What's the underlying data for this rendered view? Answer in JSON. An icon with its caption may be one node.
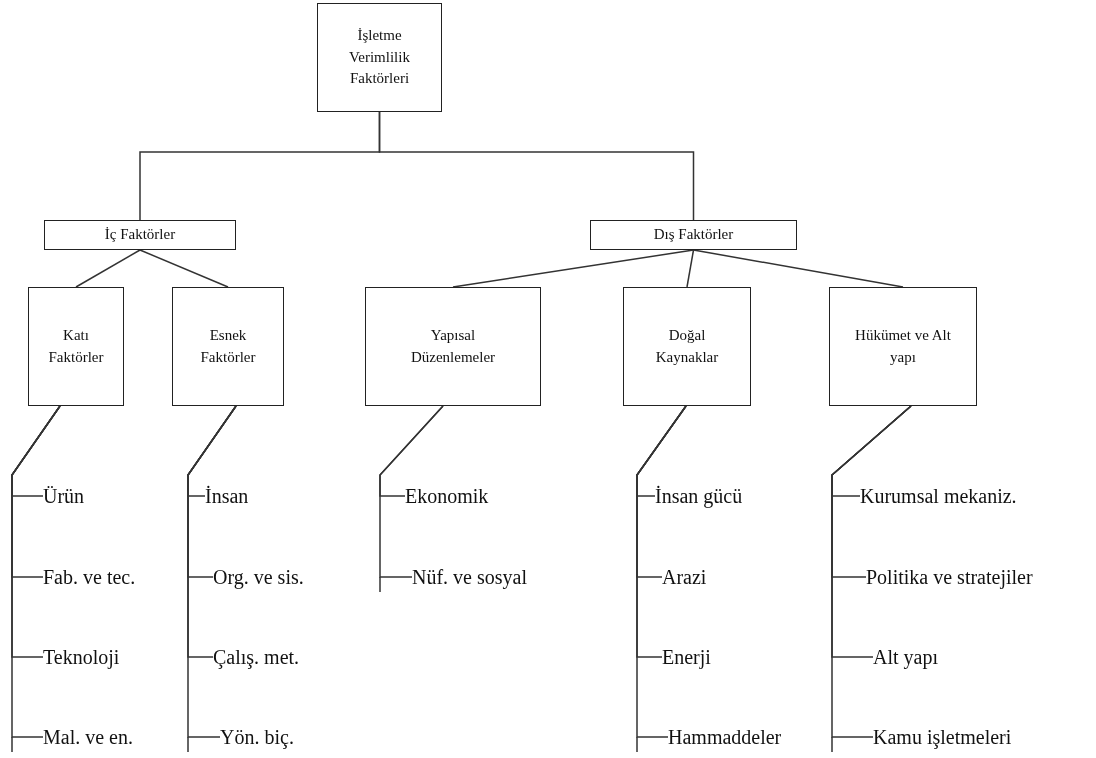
{
  "diagram": {
    "nodes": [
      {
        "text": [
          "İşletme Verimlilik Faktörleri"
        ]
      },
      {
        "text": [
          "İç Faktörler"
        ]
      },
      {
        "text": [
          "Dış Faktörler"
        ]
      },
      {
        "text": [
          "Katı Faktörler"
        ]
      },
      {
        "text": [
          "Esnek Faktörler"
        ]
      },
      {
        "text": [
          "Yapısal Düzenlemeler"
        ]
      },
      {
        "text": [
          "Doğal Kaynaklar"
        ]
      },
      {
        "text": [
          "Hükümet ve Alt yapı"
        ]
      },
      {
        "text": [
          "Ürün"
        ]
      },
      {
        "text": [
          "Fab. ve tec."
        ]
      },
      {
        "text": [
          "Teknoloji"
        ]
      },
      {
        "text": [
          "Mal. ve en."
        ]
      },
      {
        "text": [
          "İnsan"
        ]
      },
      {
        "text": [
          "Org. ve sis."
        ]
      },
      {
        "text": [
          "Çalış. met."
        ]
      },
      {
        "text": [
          "Yön. biç."
        ]
      },
      {
        "text": [
          "Ekonomik"
        ]
      },
      {
        "text": [
          "Nüf. ve sosyal"
        ]
      },
      {
        "text": [
          "İnsan gücü"
        ]
      },
      {
        "text": [
          "Arazi"
        ]
      },
      {
        "text": [
          "Enerji"
        ]
      },
      {
        "text": [
          "Hammaddeler"
        ]
      },
      {
        "text": [
          "Kurumsal mekaniz."
        ]
      },
      {
        "text": [
          "Politika ve stratejiler"
        ]
      },
      {
        "text": [
          "Alt yapı"
        ]
      },
      {
        "text": [
          "Kamu işletmeleri"
        ]
      }
    ],
    "edges": [
      {
        "from": 0,
        "to": 1,
        "arrow": "none"
      },
      {
        "from": 0,
        "to": 2,
        "arrow": "none"
      },
      {
        "from": 1,
        "to": 3,
        "arrow": "none"
      },
      {
        "from": 1,
        "to": 4,
        "arrow": "none"
      },
      {
        "from": 2,
        "to": 5,
        "arrow": "none"
      },
      {
        "from": 2,
        "to": 6,
        "arrow": "none"
      },
      {
        "from": 2,
        "to": 7,
        "arrow": "none"
      },
      {
        "from": 3,
        "to": 8,
        "arrow": "none"
      },
      {
        "from": 3,
        "to": 9,
        "arrow": "none"
      },
      {
        "from": 3,
        "to": 10,
        "arrow": "none"
      },
      {
        "from": 3,
        "to": 11,
        "arrow": "none"
      },
      {
        "from": 4,
        "to": 12,
        "arrow": "none"
      },
      {
        "from": 4,
        "to": 13,
        "arrow": "none"
      },
      {
        "from": 4,
        "to": 14,
        "arrow": "none"
      },
      {
        "from": 4,
        "to": 15,
        "arrow": "none"
      },
      {
        "from": 5,
        "to": 16,
        "arrow": "none"
      },
      {
        "from": 5,
        "to": 17,
        "arrow": "none"
      },
      {
        "from": 6,
        "to": 18,
        "arrow": "none"
      },
      {
        "from": 6,
        "to": 19,
        "arrow": "none"
      },
      {
        "from": 6,
        "to": 20,
        "arrow": "none"
      },
      {
        "from": 6,
        "to": 21,
        "arrow": "none"
      },
      {
        "from": 7,
        "to": 22,
        "arrow": "none"
      },
      {
        "from": 7,
        "to": 23,
        "arrow": "none"
      },
      {
        "from": 7,
        "to": 24,
        "arrow": "none"
      },
      {
        "from": 7,
        "to": 25,
        "arrow": "none"
      }
    ]
  }
}
